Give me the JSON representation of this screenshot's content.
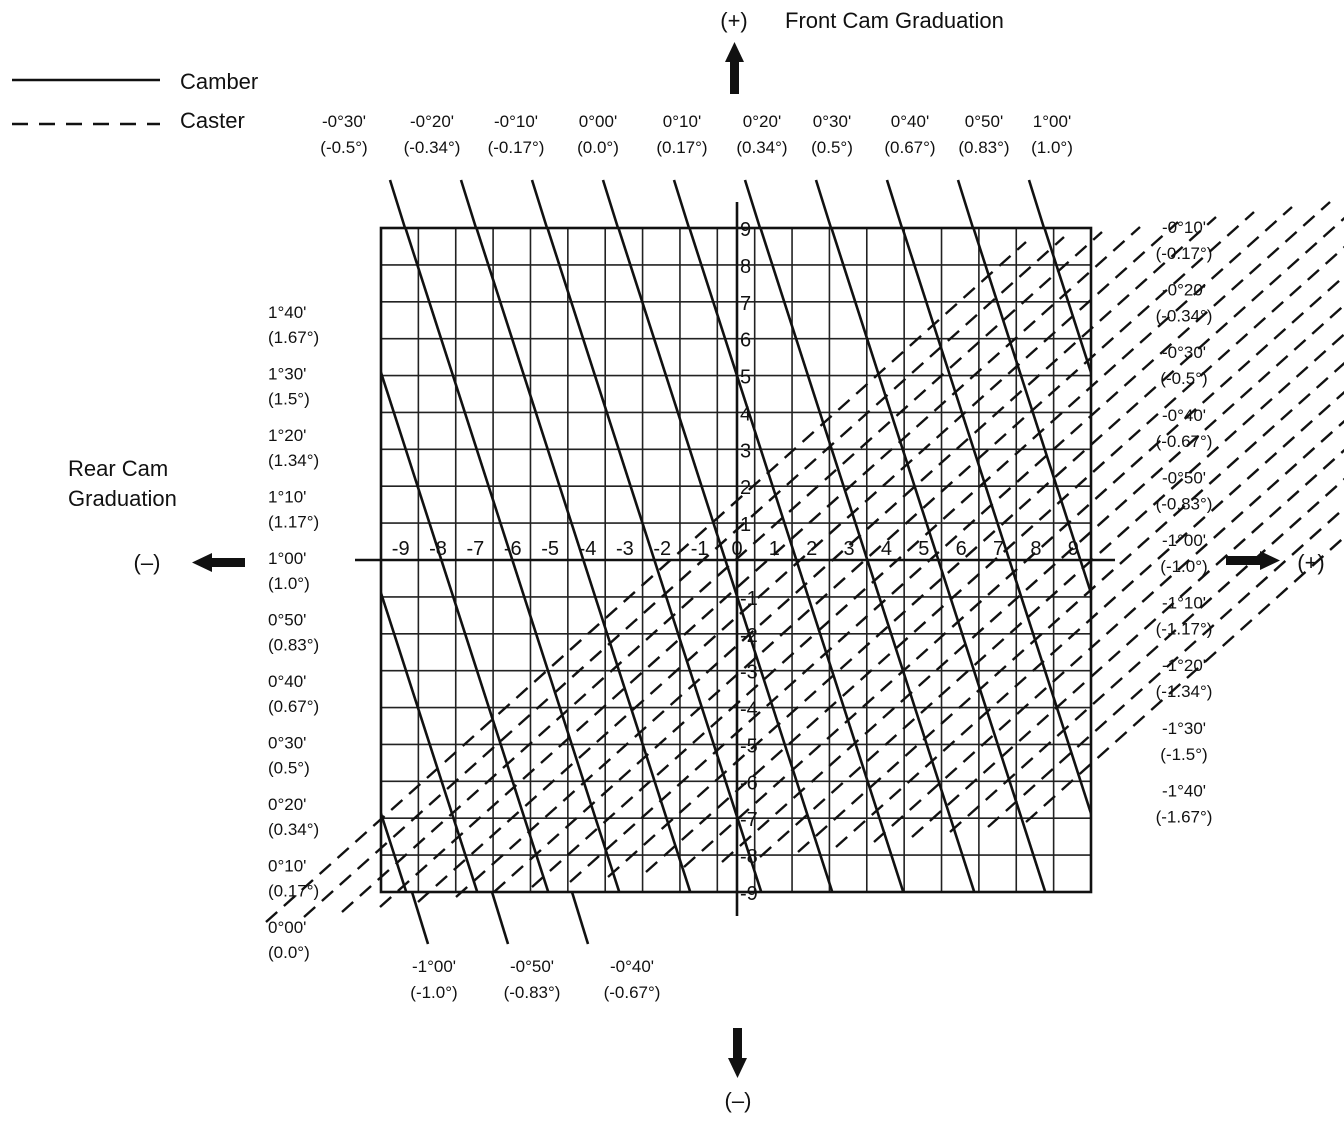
{
  "chart_data": {
    "type": "diagram",
    "legend": [
      {
        "name": "Camber",
        "style": "solid"
      },
      {
        "name": "Caster",
        "style": "dashed"
      }
    ],
    "axis_titles": {
      "front_plus": "(+)",
      "front": "Front Cam Graduation",
      "front_minus": "(–)",
      "rear_line1": "Rear Cam",
      "rear_line2": "Graduation",
      "rear_minus": "(–)",
      "rear_plus": "(+)"
    },
    "grid": {
      "x_range": [
        -9,
        9
      ],
      "y_range": [
        -9,
        9
      ]
    },
    "x_ticks": [
      "-9",
      "-8",
      "-7",
      "-6",
      "-5",
      "-4",
      "-3",
      "-2",
      "-1",
      "0",
      "1",
      "2",
      "3",
      "4",
      "5",
      "6",
      "7",
      "8",
      "9"
    ],
    "y_ticks": [
      "9",
      "8",
      "7",
      "6",
      "5",
      "4",
      "3",
      "2",
      "1",
      "-1",
      "-2",
      "-3",
      "-4",
      "-5",
      "-6",
      "-7",
      "-8",
      "-9"
    ],
    "camber_labels_top": [
      {
        "deg": "-0°30'",
        "dec": "(-0.5°)"
      },
      {
        "deg": "-0°20'",
        "dec": "(-0.34°)"
      },
      {
        "deg": "-0°10'",
        "dec": "(-0.17°)"
      },
      {
        "deg": "0°00'",
        "dec": "(0.0°)"
      },
      {
        "deg": "0°10'",
        "dec": "(0.17°)"
      },
      {
        "deg": "0°20'",
        "dec": "(0.34°)"
      },
      {
        "deg": "0°30'",
        "dec": "(0.5°)"
      },
      {
        "deg": "0°40'",
        "dec": "(0.67°)"
      },
      {
        "deg": "0°50'",
        "dec": "(0.83°)"
      },
      {
        "deg": "1°00'",
        "dec": "(1.0°)"
      }
    ],
    "camber_labels_bottom": [
      {
        "deg": "-1°00'",
        "dec": "(-1.0°)"
      },
      {
        "deg": "-0°50'",
        "dec": "(-0.83°)"
      },
      {
        "deg": "-0°40'",
        "dec": "(-0.67°)"
      }
    ],
    "caster_labels_left": [
      {
        "deg": "1°40'",
        "dec": "(1.67°)"
      },
      {
        "deg": "1°30'",
        "dec": "(1.5°)"
      },
      {
        "deg": "1°20'",
        "dec": "(1.34°)"
      },
      {
        "deg": "1°10'",
        "dec": "(1.17°)"
      },
      {
        "deg": "1°00'",
        "dec": "(1.0°)"
      },
      {
        "deg": "0°50'",
        "dec": "(0.83°)"
      },
      {
        "deg": "0°40'",
        "dec": "(0.67°)"
      },
      {
        "deg": "0°30'",
        "dec": "(0.5°)"
      },
      {
        "deg": "0°20'",
        "dec": "(0.34°)"
      },
      {
        "deg": "0°10'",
        "dec": "(0.17°)"
      },
      {
        "deg": "0°00'",
        "dec": "(0.0°)"
      }
    ],
    "caster_labels_right": [
      {
        "deg": "-0°10'",
        "dec": "(-0.17°)"
      },
      {
        "deg": "-0°20'",
        "dec": "(-0.34°)"
      },
      {
        "deg": "-0°30'",
        "dec": "(-0.5°)"
      },
      {
        "deg": "-0°40'",
        "dec": "(-0.67°)"
      },
      {
        "deg": "-0°50'",
        "dec": "(-0.83°)"
      },
      {
        "deg": "-1°00'",
        "dec": "(-1.0°)"
      },
      {
        "deg": "-1°10'",
        "dec": "(-1.17°)"
      },
      {
        "deg": "-1°20'",
        "dec": "(-1.34°)"
      },
      {
        "deg": "-1°30'",
        "dec": "(-1.5°)"
      },
      {
        "deg": "-1°40'",
        "dec": "(-1.67°)"
      }
    ]
  }
}
